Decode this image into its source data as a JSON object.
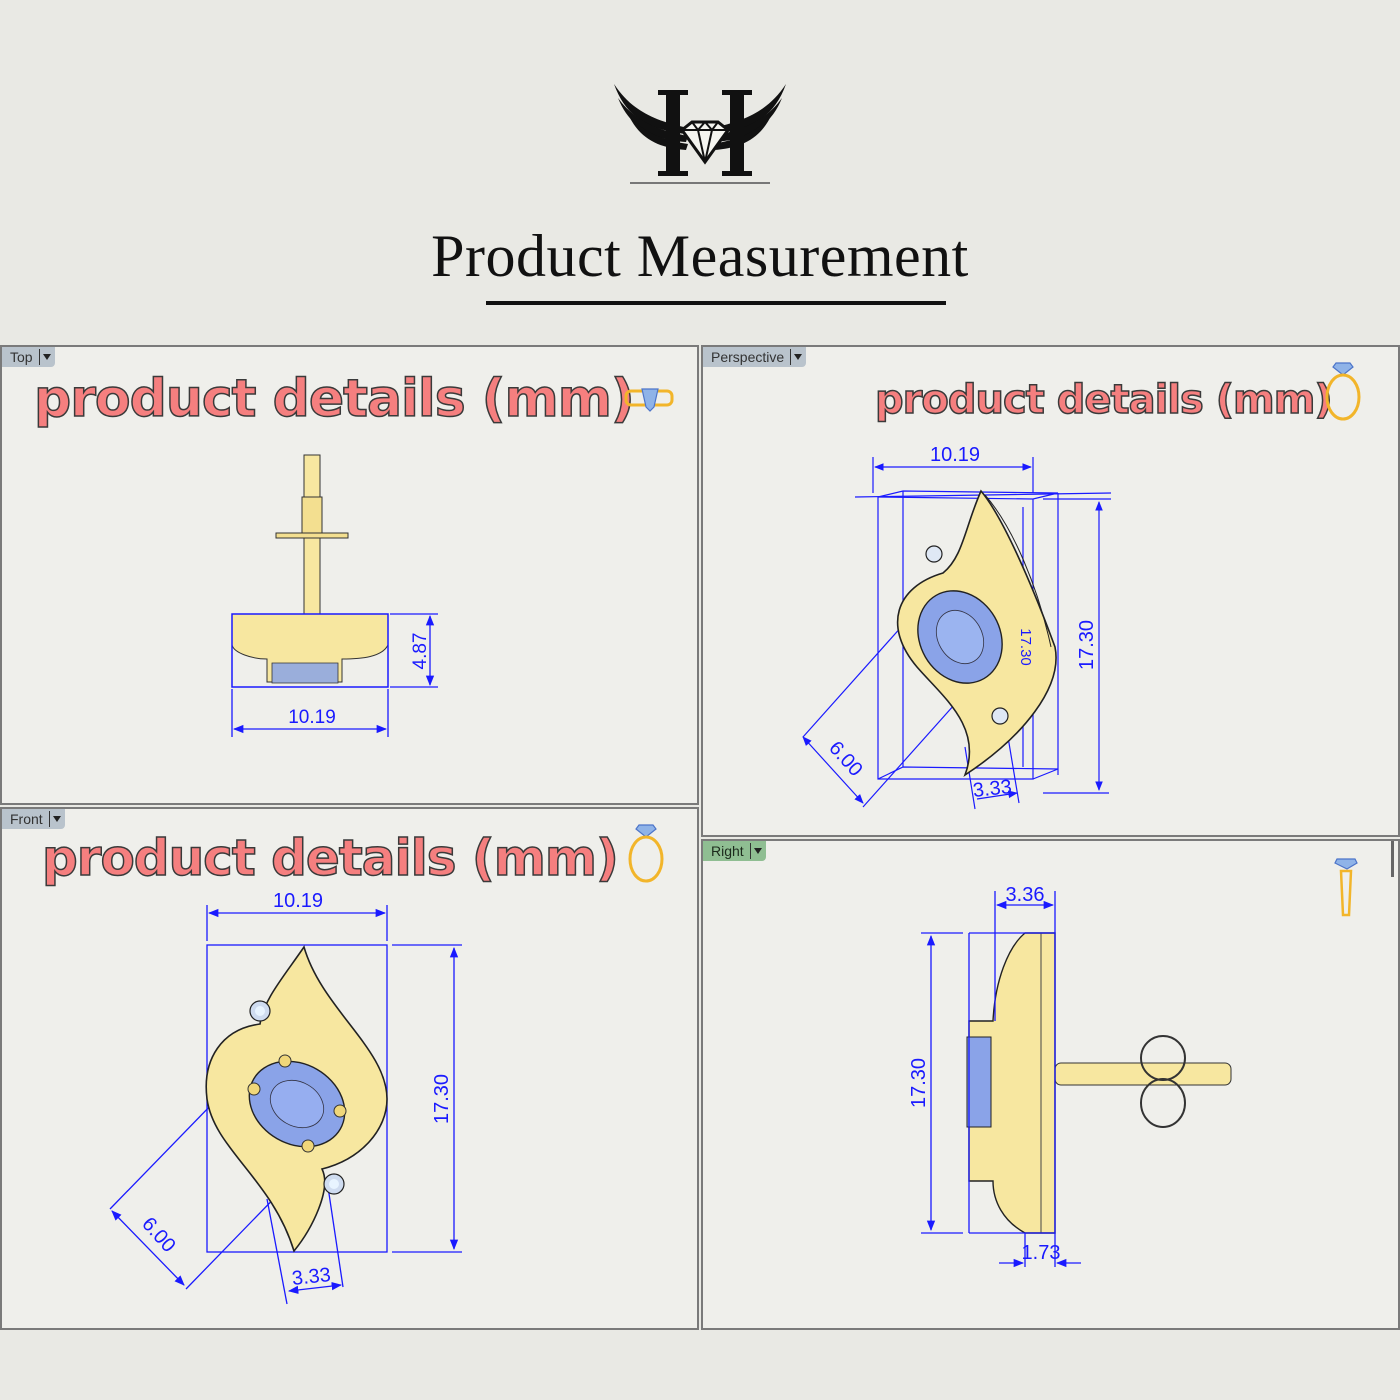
{
  "header": {
    "logo_icon": "winged-h-diamond-logo-icon",
    "title": "Product Measurement"
  },
  "colors": {
    "background": "#e9e9e4",
    "panel_bg": "#efefeb",
    "dimension_blue": "#1a1aff",
    "gold": "#f7e79c",
    "gemstone": "#8aa3e8",
    "heading_pink": "#f57f7f"
  },
  "viewports": {
    "top": {
      "tab_label": "Top",
      "heading": "product details (mm)",
      "corner_icon": "ring-top-view-icon",
      "dimensions": {
        "width": "10.19",
        "height": "4.87"
      }
    },
    "perspective": {
      "tab_label": "Perspective",
      "heading": "product details (mm)",
      "corner_icon": "ring-front-view-icon",
      "dimensions": {
        "width": "10.19",
        "height": "17.30",
        "depth_label": "17.30",
        "stone": "6.00",
        "gap": "3.33"
      }
    },
    "front": {
      "tab_label": "Front",
      "heading": "product details (mm)",
      "corner_icon": "ring-front-view-icon",
      "dimensions": {
        "width": "10.19",
        "height": "17.30",
        "stone": "6.00",
        "gap": "3.33"
      }
    },
    "right": {
      "tab_label": "Right",
      "heading": "",
      "corner_icon": "ring-side-view-icon",
      "dimensions": {
        "depth": "3.36",
        "height": "17.30",
        "back": "1.73"
      }
    }
  }
}
